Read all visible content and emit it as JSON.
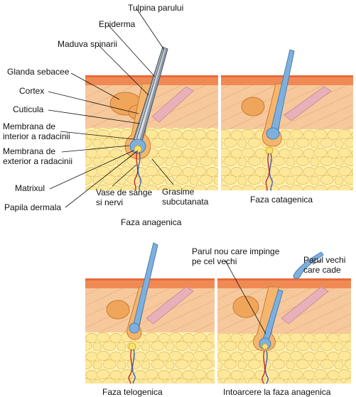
{
  "colors": {
    "dermis": "#f6c99d",
    "dermis_stripe": "#f0b888",
    "epidermis": "#f08a55",
    "epidermis_top": "#e86a3a",
    "fat": "#fdf3b4",
    "fat_cell": "#fde89a",
    "fat_edge": "#e7c46a",
    "gland": "#f0a65a",
    "gland_edge": "#c97a34",
    "muscle": "#e8b1b9",
    "hair_blue": "#7fb0dd",
    "hair_blue_edge": "#4a7fb3",
    "hair_gray": "#8e9aa6",
    "follicle": "#f5b56d",
    "papilla": "#f7e36a",
    "vessel_red": "#c2272d",
    "vessel_blue": "#3a5fb0",
    "leader": "#111111"
  },
  "labels": {
    "shaft": "Tulpina parului",
    "epidermis": "Epiderma",
    "medulla": "Maduva spinarii",
    "sebaceous_gland": "Glanda sebacee",
    "cortex": "Cortex",
    "cuticle": "Cuticula",
    "inner_root_sheath_1": "Membrana de",
    "inner_root_sheath_2": "interior a radacinii",
    "outer_root_sheath_1": "Membrana de",
    "outer_root_sheath_2": "exterior a radacinii",
    "matrix": "Matrixul",
    "dermal_papilla": "Papila dermala",
    "vessels_1": "Vase de sange",
    "vessels_2": "si nervi",
    "fat_1": "Grasime",
    "fat_2": "subcutanata",
    "new_hair_1": "Parul nou care impinge",
    "new_hair_2": "pe cel vechi",
    "old_hair_1": "Parul vechi",
    "old_hair_2": "care cade"
  },
  "captions": {
    "anagen": "Faza anagenica",
    "catagen": "Faza catagenica",
    "telogen": "Faza telogenica",
    "return_anagen": "Intoarcere la faza anagenica"
  }
}
